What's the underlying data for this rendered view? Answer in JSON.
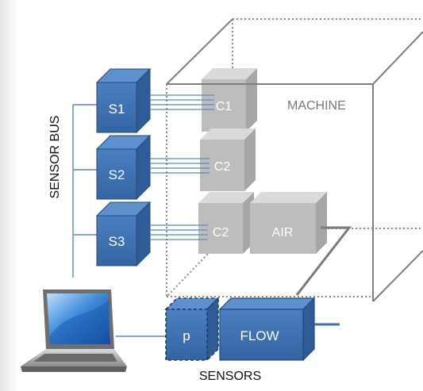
{
  "labels": {
    "sensor_bus": "SENSOR BUS",
    "machine": "MACHINE",
    "sensors": "SENSORS"
  },
  "sensors": [
    {
      "label": "S1"
    },
    {
      "label": "S2"
    },
    {
      "label": "S3"
    }
  ],
  "components": [
    {
      "label": "C1"
    },
    {
      "label": "C2"
    },
    {
      "label": "C2"
    }
  ],
  "air": {
    "label": "AIR"
  },
  "pressure": {
    "label": "p"
  },
  "flow": {
    "label": "FLOW"
  },
  "colors": {
    "sensor_blue": "#3f72b3",
    "sensor_blue_dark": "#24497a",
    "component_gray": "#bdbdbd",
    "machine_edge": "#7f7f7f",
    "bus_line": "#5b86c4",
    "label_gray": "#7a7a7a"
  },
  "icons": [
    "laptop-icon"
  ]
}
